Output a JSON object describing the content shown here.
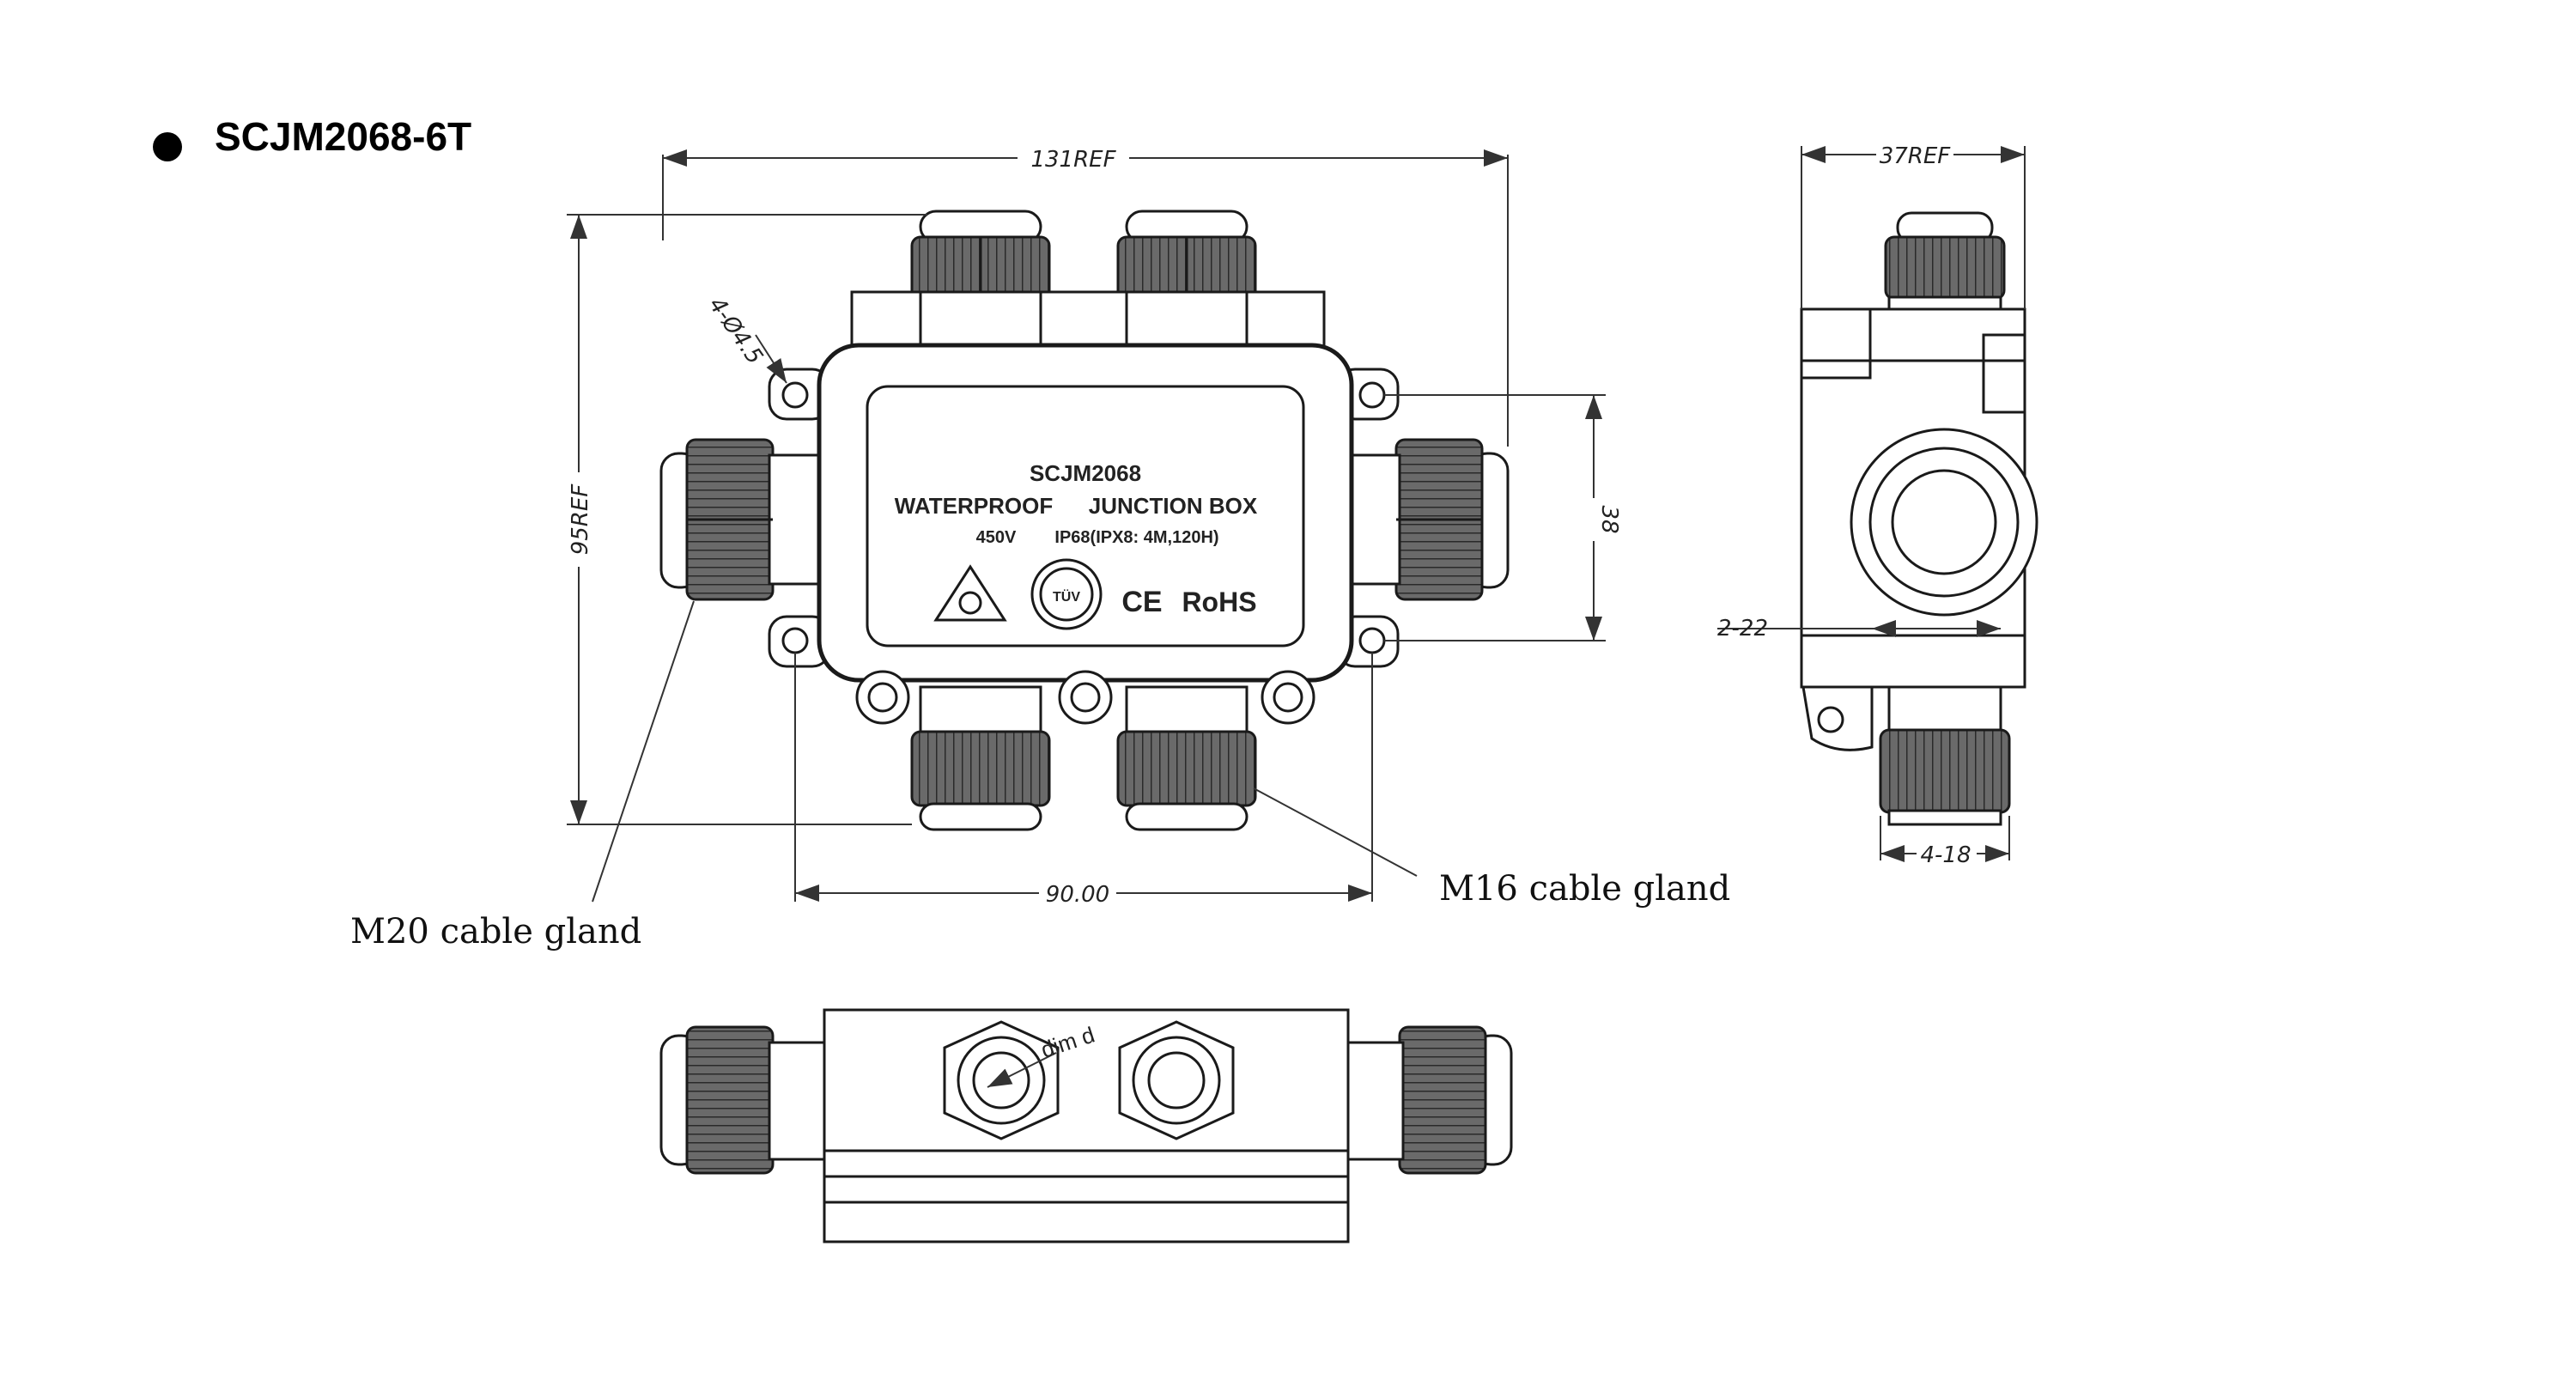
{
  "title": "SCJM2068-6T",
  "front_view": {
    "product_label": {
      "model": "SCJM2068",
      "line1_left": "WATERPROOF",
      "line1_right": "JUNCTION BOX",
      "line2_left": "450V",
      "line2_right": "IP68(IPX8: 4M,120H)"
    },
    "cert_marks": {
      "tuv": "TÜV",
      "ce": "CE",
      "rohs": "RoHS"
    },
    "dimensions": {
      "overall_width": "131REF",
      "overall_height": "95REF",
      "mount_holes": "4-Ø4.5",
      "hole_spacing_vertical": "38",
      "hole_spacing_horizontal": "90.00"
    },
    "callouts": {
      "m20": "M20 cable gland",
      "m16": "M16 cable gland"
    }
  },
  "side_view": {
    "dimensions": {
      "depth": "37REF",
      "cable_range_large": "2-22",
      "cable_range_small": "4-18"
    }
  },
  "bottom_view": {
    "dim_label": "dim d"
  },
  "colors": {
    "line": "#1a1a1a",
    "gland_dark": "#555555",
    "gland_mid": "#8a8a8a",
    "dim_line": "#333333"
  }
}
